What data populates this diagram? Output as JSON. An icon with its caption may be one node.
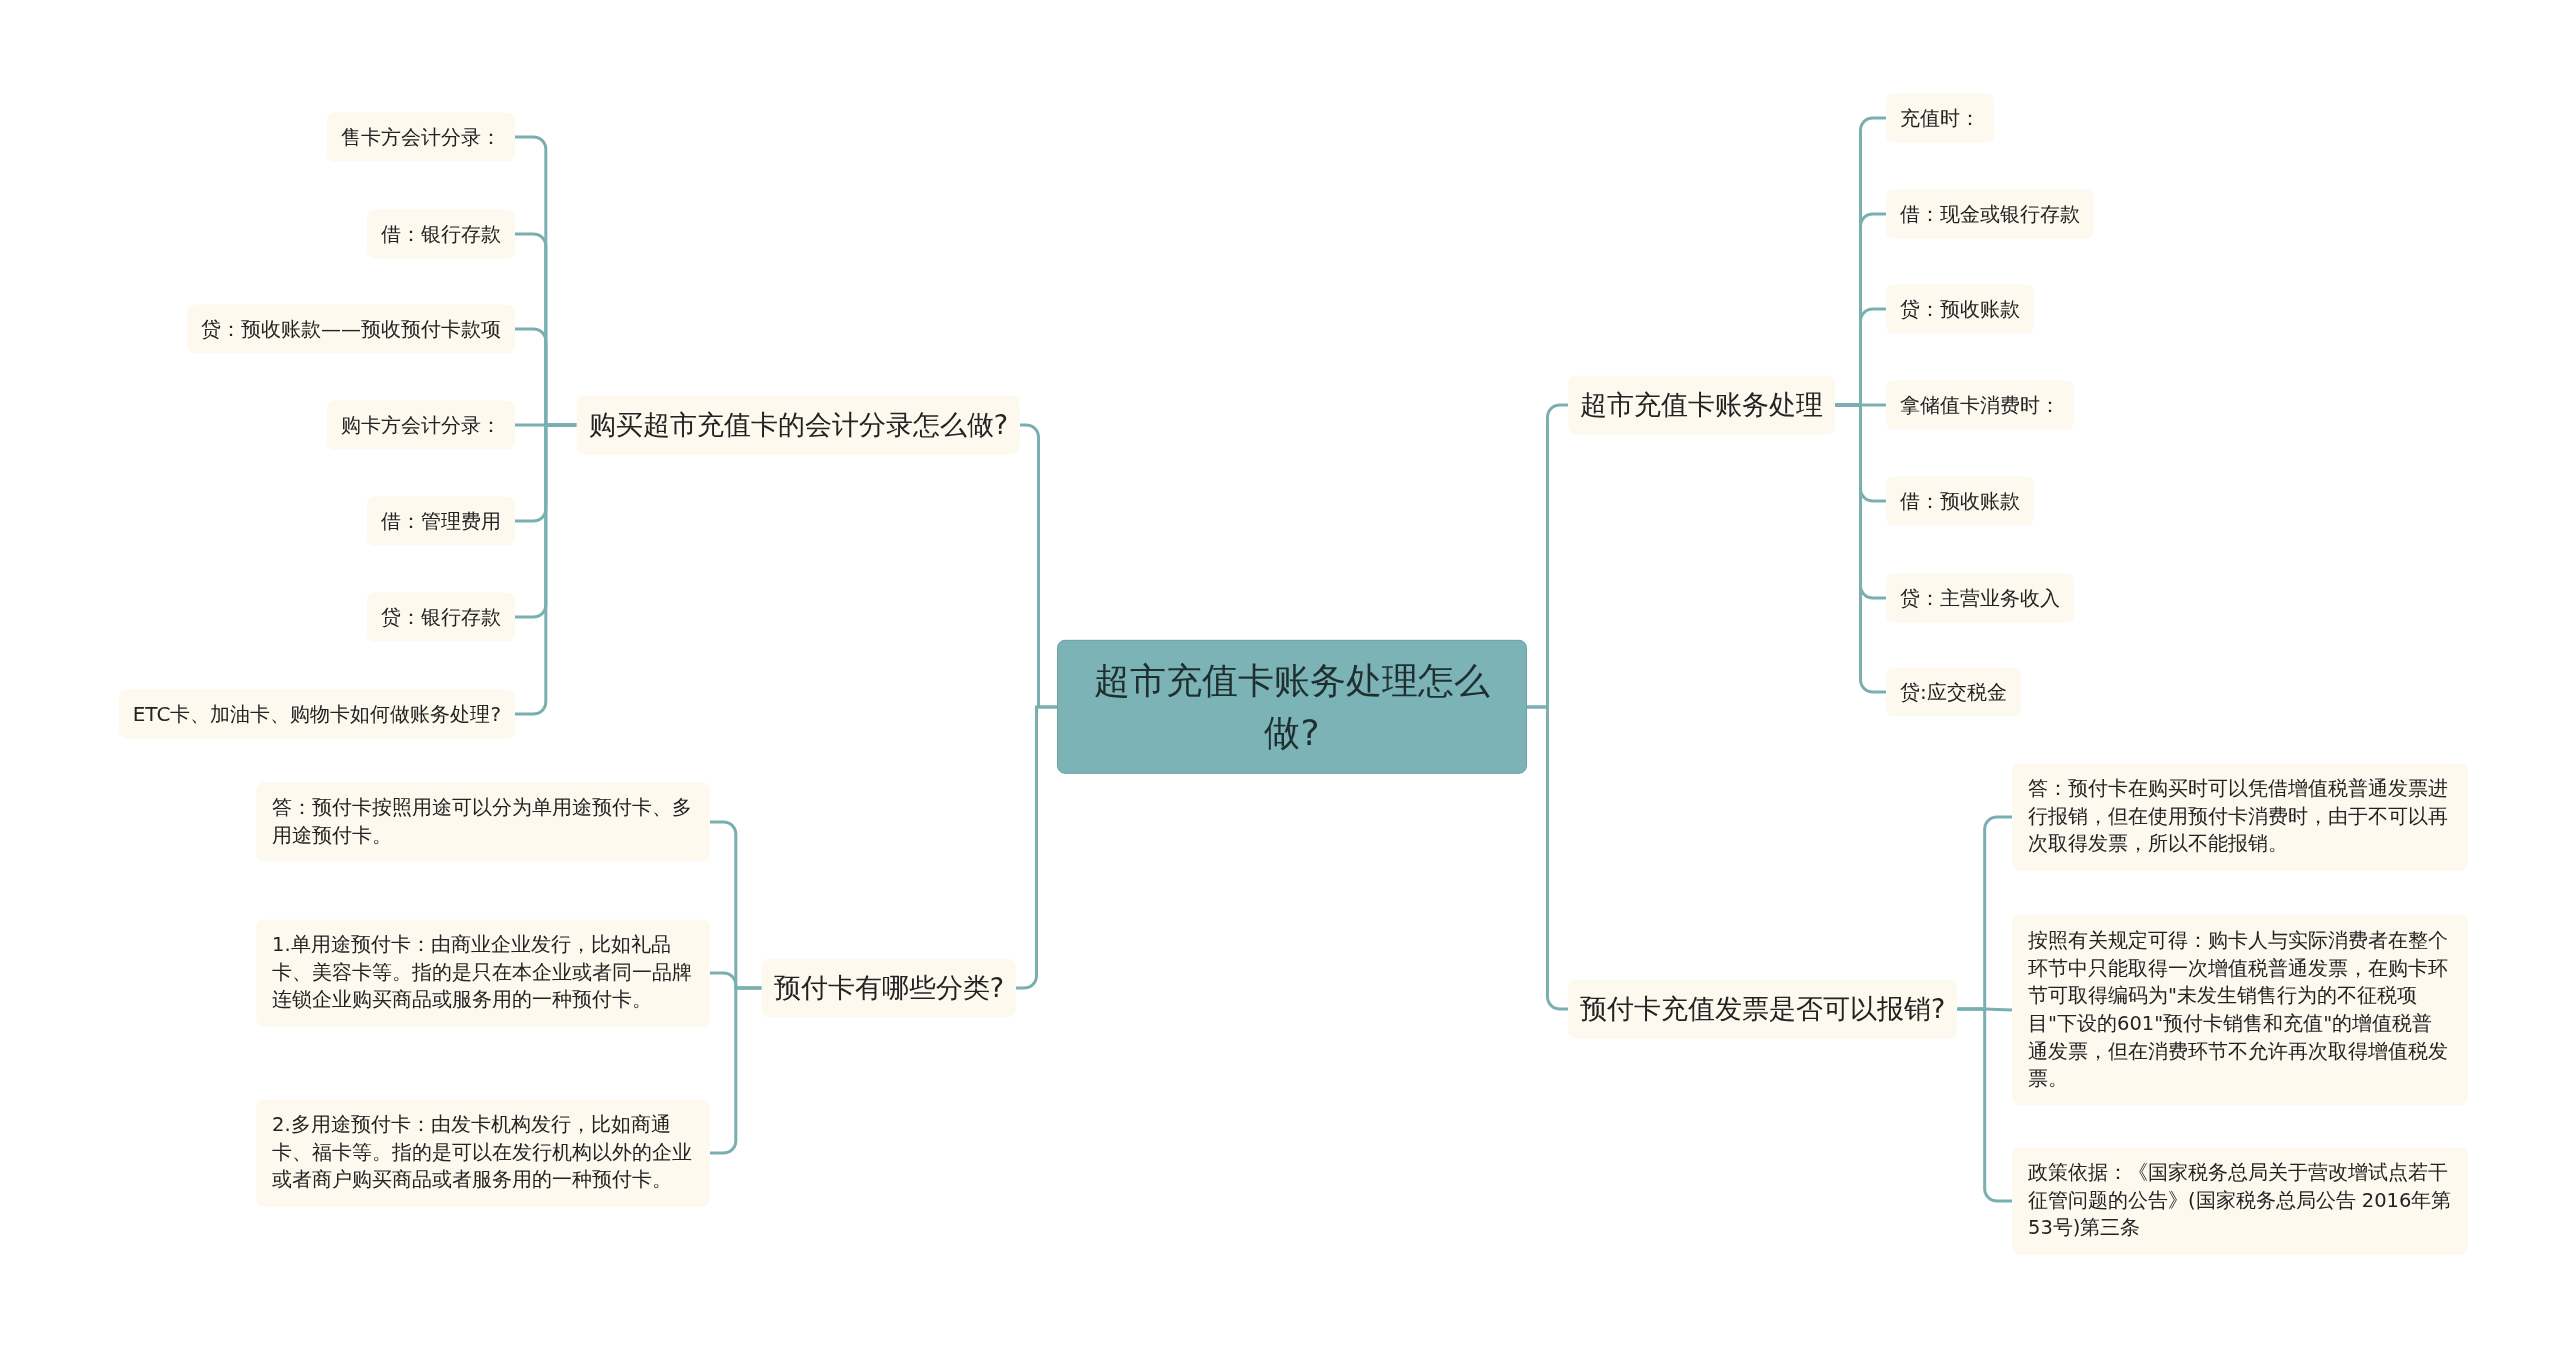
{
  "diagram": {
    "nodes": [
      {
        "text": [
          "超市充值卡账务处理怎么做?"
        ]
      },
      {
        "text": [
          "购买超市充值卡的会计分录怎么做?"
        ]
      },
      {
        "text": [
          "售卡方会计分录："
        ]
      },
      {
        "text": [
          "借：银行存款"
        ]
      },
      {
        "text": [
          "贷：预收账款——预收预付卡款项"
        ]
      },
      {
        "text": [
          "购卡方会计分录："
        ]
      },
      {
        "text": [
          "借：管理费用"
        ]
      },
      {
        "text": [
          "贷：银行存款"
        ]
      },
      {
        "text": [
          "ETC卡、加油卡、购物卡如何做账务处理?"
        ]
      },
      {
        "text": [
          "预付卡有哪些分类?"
        ]
      },
      {
        "text": [
          "答：预付卡按照用途可以分为单用途预付卡、多用途预付卡。"
        ]
      },
      {
        "text": [
          "1.单用途预付卡：由商业企业发行，比如礼品卡、美容卡等。指的是只在本企业或者同一品牌连锁企业购买商品或服务用的一种预付卡。"
        ]
      },
      {
        "text": [
          "2.多用途预付卡：由发卡机构发行，比如商通卡、福卡等。指的是可以在发行机构以外的企业或者商户购买商品或者服务用的一种预付卡。"
        ]
      },
      {
        "text": [
          "超市充值卡账务处理"
        ]
      },
      {
        "text": [
          "充值时："
        ]
      },
      {
        "text": [
          "借：现金或银行存款"
        ]
      },
      {
        "text": [
          "贷：预收账款"
        ]
      },
      {
        "text": [
          "拿储值卡消费时："
        ]
      },
      {
        "text": [
          "借：预收账款"
        ]
      },
      {
        "text": [
          "贷：主营业务收入"
        ]
      },
      {
        "text": [
          "贷:应交税金"
        ]
      },
      {
        "text": [
          "预付卡充值发票是否可以报销?"
        ]
      },
      {
        "text": [
          "答：预付卡在购买时可以凭借增值税普通发票进行报销，但在使用预付卡消费时，由于不可以再次取得发票，所以不能报销。"
        ]
      },
      {
        "text": [
          "按照有关规定可得：购卡人与实际消费者在整个环节中只能取得一次增值税普通发票，在购卡环节可取得编码为\"未发生销售行为的不征税项目\"下设的601\"预付卡销售和充值\"的增值税普通发票，但在消费环节不允许再次取得增值税发票。"
        ]
      },
      {
        "text": [
          "政策依据：《国家税务总局关于营改增试点若干征管问题的公告》(国家税务总局公告 2016年第53号)第三条"
        ]
      }
    ],
    "edges": [
      {
        "from": 0,
        "to": 1,
        "arrow": "none"
      },
      {
        "from": 1,
        "to": 2,
        "arrow": "none"
      },
      {
        "from": 1,
        "to": 3,
        "arrow": "none"
      },
      {
        "from": 1,
        "to": 4,
        "arrow": "none"
      },
      {
        "from": 1,
        "to": 5,
        "arrow": "none"
      },
      {
        "from": 1,
        "to": 6,
        "arrow": "none"
      },
      {
        "from": 1,
        "to": 7,
        "arrow": "none"
      },
      {
        "from": 1,
        "to": 8,
        "arrow": "none"
      },
      {
        "from": 0,
        "to": 9,
        "arrow": "none"
      },
      {
        "from": 9,
        "to": 10,
        "arrow": "none"
      },
      {
        "from": 9,
        "to": 11,
        "arrow": "none"
      },
      {
        "from": 9,
        "to": 12,
        "arrow": "none"
      },
      {
        "from": 0,
        "to": 13,
        "arrow": "none"
      },
      {
        "from": 13,
        "to": 14,
        "arrow": "none"
      },
      {
        "from": 13,
        "to": 15,
        "arrow": "none"
      },
      {
        "from": 13,
        "to": 16,
        "arrow": "none"
      },
      {
        "from": 13,
        "to": 17,
        "arrow": "none"
      },
      {
        "from": 13,
        "to": 18,
        "arrow": "none"
      },
      {
        "from": 13,
        "to": 19,
        "arrow": "none"
      },
      {
        "from": 13,
        "to": 20,
        "arrow": "none"
      },
      {
        "from": 0,
        "to": 21,
        "arrow": "none"
      },
      {
        "from": 21,
        "to": 22,
        "arrow": "none"
      },
      {
        "from": 21,
        "to": 23,
        "arrow": "none"
      },
      {
        "from": 21,
        "to": 24,
        "arrow": "none"
      }
    ]
  }
}
